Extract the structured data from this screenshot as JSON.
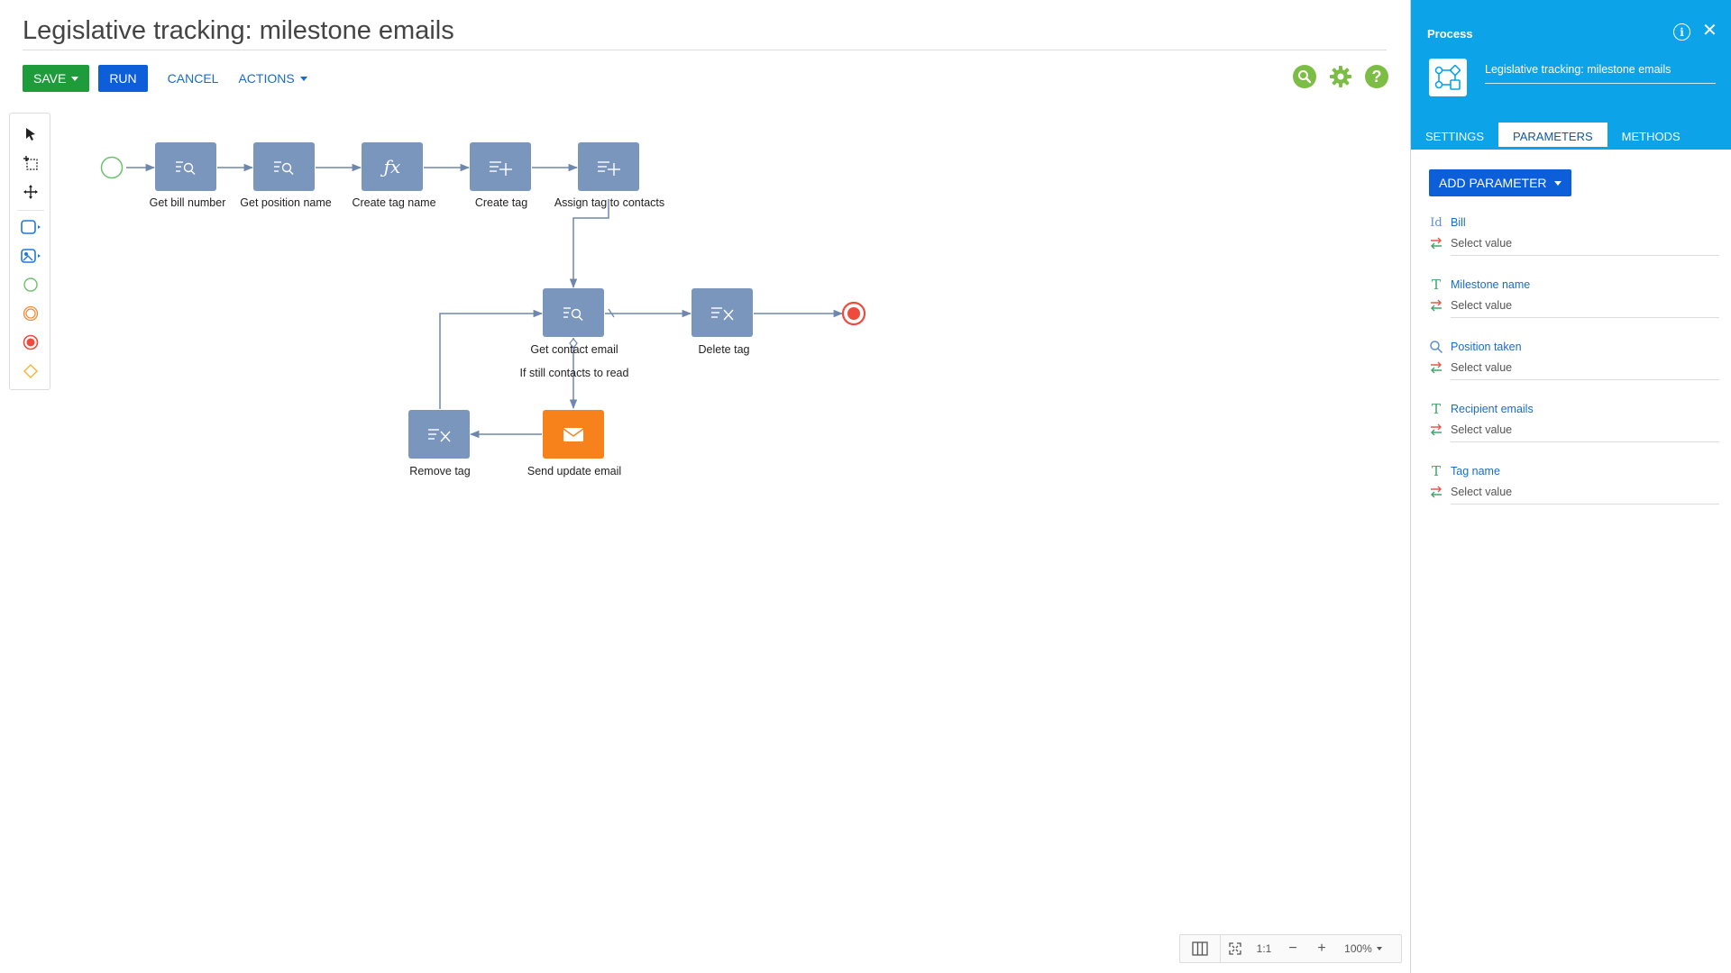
{
  "page": {
    "title": "Legislative tracking: milestone emails"
  },
  "toolbar": {
    "save_label": "SAVE",
    "run_label": "RUN",
    "cancel_label": "CANCEL",
    "actions_label": "ACTIONS"
  },
  "colors": {
    "save": "#1e9c3c",
    "run": "#0d5ed9",
    "task_node": "#7b96bd",
    "email_node": "#f7821b",
    "panel_accent": "#0ca3e8",
    "top_icons": "#7cbd45"
  },
  "palette_tools": [
    "pointer-tool-icon",
    "lasso-select-icon",
    "pan-tool-icon",
    "task-shape-icon",
    "subprocess-shape-icon",
    "start-event-icon",
    "intermediate-event-icon",
    "end-event-icon",
    "gateway-icon"
  ],
  "diagram": {
    "nodes": [
      {
        "id": "get_bill",
        "label": "Get bill number",
        "kind": "read-data"
      },
      {
        "id": "get_position",
        "label": "Get position name",
        "kind": "read-data"
      },
      {
        "id": "create_tag_name",
        "label": "Create tag name",
        "kind": "formula"
      },
      {
        "id": "create_tag",
        "label": "Create tag",
        "kind": "add-data"
      },
      {
        "id": "assign_tag",
        "label": "Assign tag to contacts",
        "kind": "add-data"
      },
      {
        "id": "get_contact_email",
        "label": "Get contact email",
        "kind": "read-data"
      },
      {
        "id": "delete_tag",
        "label": "Delete tag",
        "kind": "delete-data"
      },
      {
        "id": "send_email",
        "label": "Send update email",
        "kind": "email"
      },
      {
        "id": "remove_tag",
        "label": "Remove tag",
        "kind": "delete-data"
      }
    ],
    "flow_label": "If still contacts to read"
  },
  "zoom": {
    "actual_size_label": "1:1",
    "minus": "−",
    "plus": "+",
    "level": "100%"
  },
  "panel": {
    "title": "Process",
    "process_name": "Legislative tracking: milestone emails",
    "tabs": [
      {
        "label": "SETTINGS",
        "active": false
      },
      {
        "label": "PARAMETERS",
        "active": true
      },
      {
        "label": "METHODS",
        "active": false
      }
    ],
    "add_parameter_label": "ADD PARAMETER",
    "parameters": [
      {
        "name": "Bill",
        "type_icon": "Id",
        "type": "id-type-icon",
        "value": "Select value"
      },
      {
        "name": "Milestone name",
        "type_icon": "T",
        "type": "text-type-icon",
        "value": "Select value"
      },
      {
        "name": "Position taken",
        "type_icon": "lookup",
        "type": "lookup-type-icon",
        "value": "Select value"
      },
      {
        "name": "Recipient emails",
        "type_icon": "T",
        "type": "text-type-icon",
        "value": "Select value"
      },
      {
        "name": "Tag name",
        "type_icon": "T",
        "type": "text-type-icon",
        "value": "Select value"
      }
    ]
  }
}
